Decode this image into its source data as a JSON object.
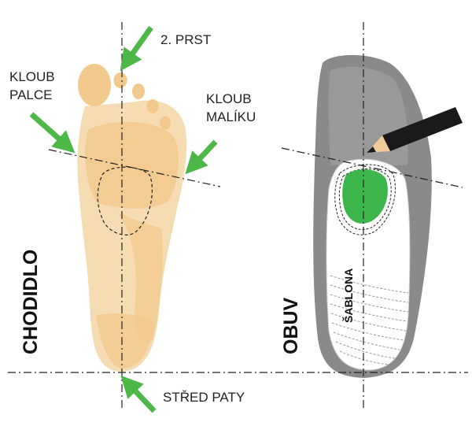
{
  "labels": {
    "second_toe": "2. PRST",
    "big_toe_joint_line1": "KLOUB",
    "big_toe_joint_line2": "PALCE",
    "little_toe_joint_line1": "KLOUB",
    "little_toe_joint_line2": "MALÍKU",
    "heel_center": "STŘED PATY",
    "foot_title": "CHODIDLO",
    "shoe_title": "OBUV",
    "template_label": "ŠABLONA"
  },
  "colors": {
    "skin_light": "#f6dcb2",
    "skin_mid": "#f1c98d",
    "arrow_green": "#4db748",
    "marker_green": "#3cb54a",
    "shoe_gray": "#8a8a8a",
    "template_white": "#ffffff",
    "pencil_body": "#1a1a1a",
    "pencil_wood": "#f0c999",
    "line_dark": "#222222"
  },
  "icons": {
    "arrow": "green-arrow-icon",
    "pencil": "pencil-icon"
  }
}
